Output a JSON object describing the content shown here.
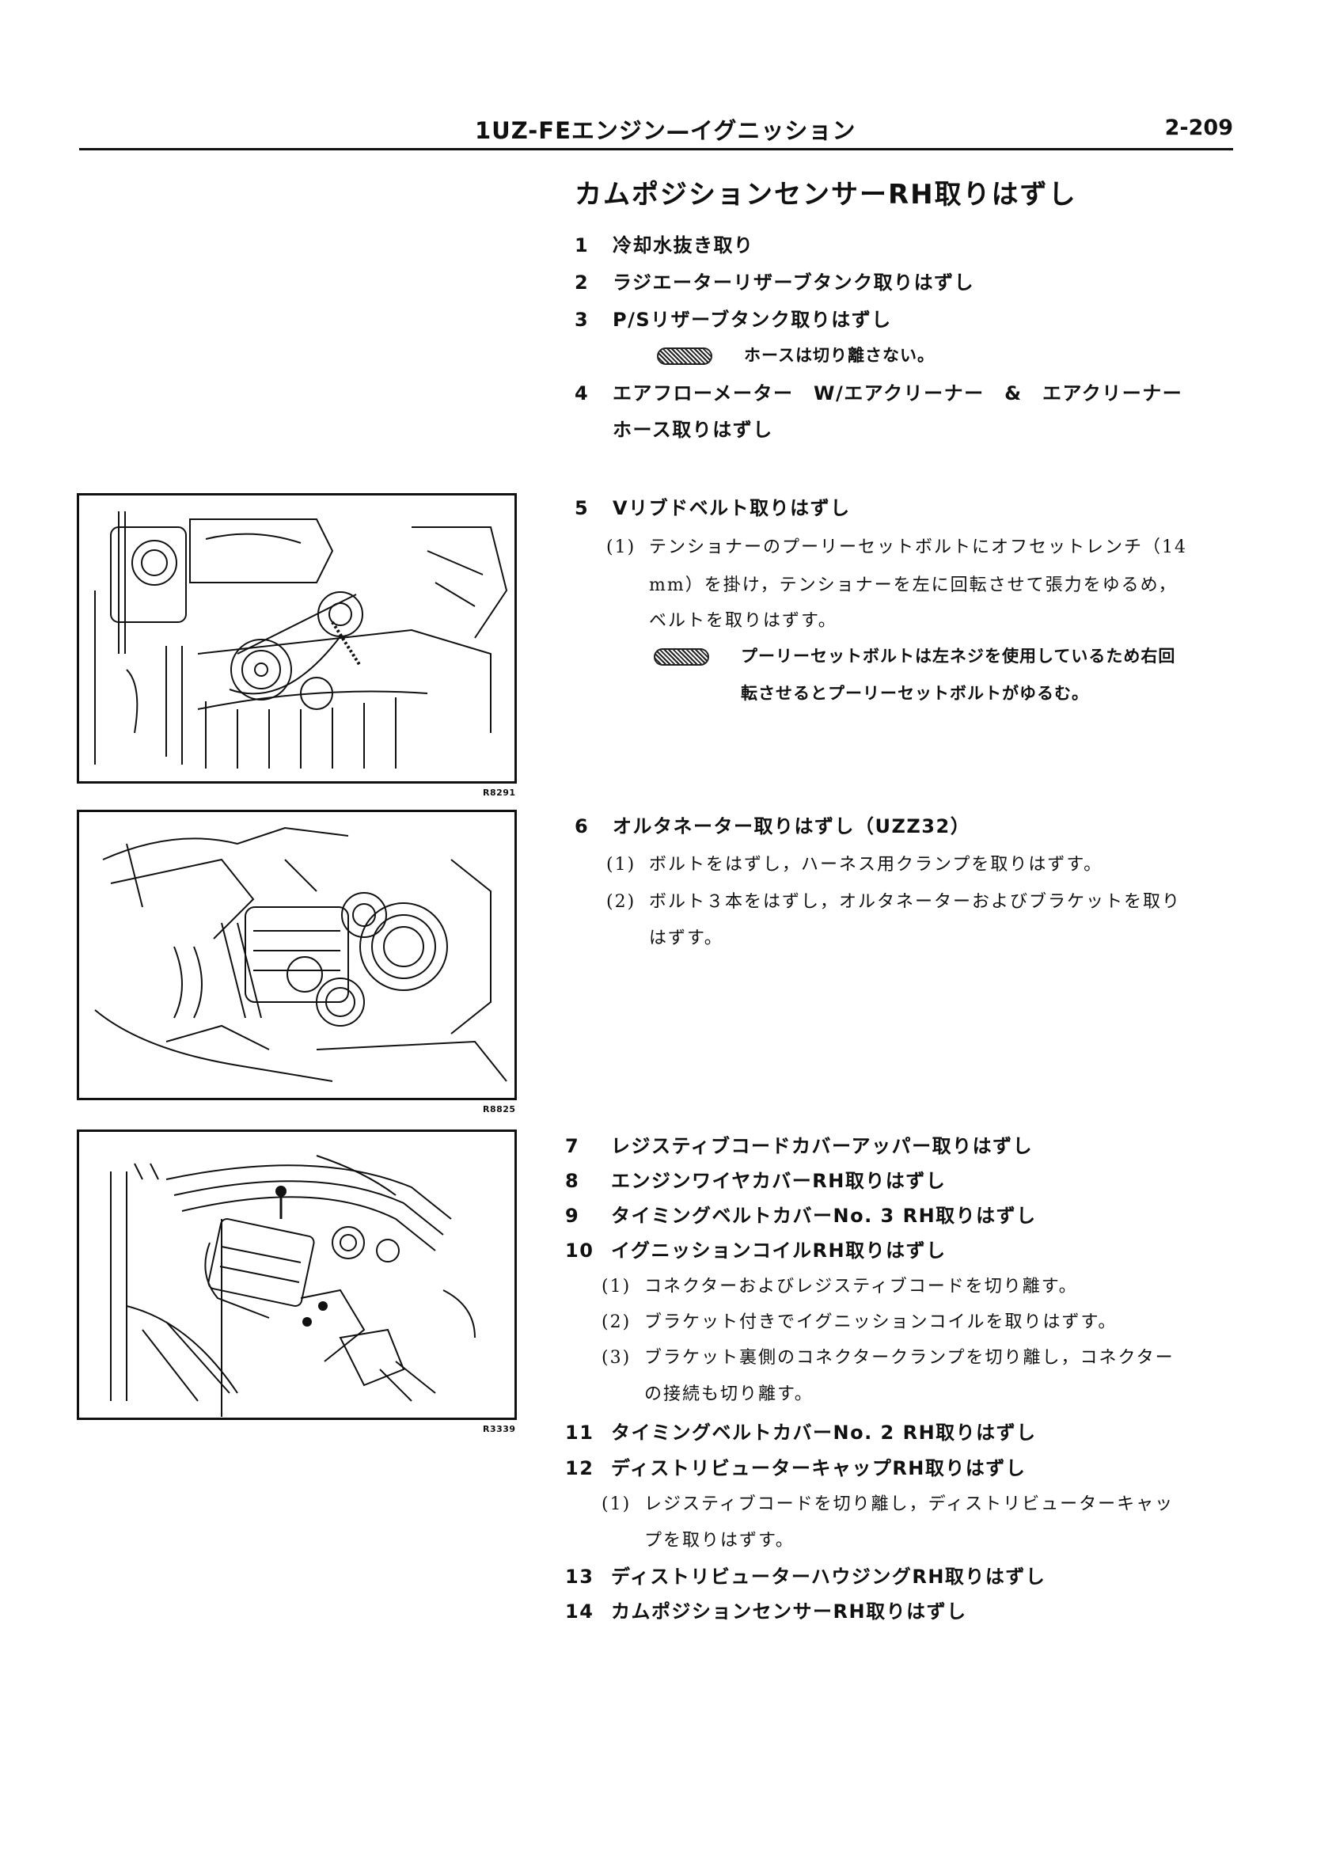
{
  "header": {
    "title": "1UZ-FEエンジン—イグニッション",
    "page_number": "2-209"
  },
  "section_title": "カムポジションセンサーRH取りはずし",
  "steps": [
    {
      "num": "1",
      "text": "冷却水抜き取り"
    },
    {
      "num": "2",
      "text": "ラジエーターリザーブタンク取りはずし"
    },
    {
      "num": "3",
      "text": "P/Sリザーブタンク取りはずし"
    },
    {
      "num": "4",
      "text": "エアフローメーター　W/エアクリーナー　&　エアクリーナー"
    },
    {
      "num": "5",
      "text": "Vリブドベルト取りはずし"
    },
    {
      "num": "6",
      "text": "オルタネーター取りはずし（UZZ32）"
    },
    {
      "num": "7",
      "text": "レジスティブコードカバーアッパー取りはずし"
    },
    {
      "num": "8",
      "text": "エンジンワイヤカバーRH取りはずし"
    },
    {
      "num": "9",
      "text": "タイミングベルトカバーNo. 3 RH取りはずし"
    },
    {
      "num": "10",
      "text": "イグニッションコイルRH取りはずし"
    },
    {
      "num": "11",
      "text": "タイミングベルトカバーNo. 2 RH取りはずし"
    },
    {
      "num": "12",
      "text": "ディストリビューターキャップRH取りはずし"
    },
    {
      "num": "13",
      "text": "ディストリビューターハウジングRH取りはずし"
    },
    {
      "num": "14",
      "text": "カムポジションセンサーRH取りはずし"
    }
  ],
  "step4_continuation": "ホース取りはずし",
  "notes": {
    "step3": "ホースは切り離さない。",
    "step5_line1": "プーリーセットボルトは左ネジを使用しているため右回",
    "step5_line2": "転させるとプーリーセットボルトがゆるむ。"
  },
  "substeps": {
    "s5_1": {
      "num": "(1)",
      "line1": "テンショナーのプーリーセットボルトにオフセットレンチ（14",
      "line2": "mm）を掛け，テンショナーを左に回転させて張力をゆるめ，",
      "line3": "ベルトを取りはずす。"
    },
    "s6_1": {
      "num": "(1)",
      "line1": "ボルトをはずし，ハーネス用クランプを取りはずす。"
    },
    "s6_2": {
      "num": "(2)",
      "line1": "ボルト３本をはずし，オルタネーターおよびブラケットを取り",
      "line2": "はずす。"
    },
    "s10_1": {
      "num": "(1)",
      "line1": "コネクターおよびレジスティブコードを切り離す。"
    },
    "s10_2": {
      "num": "(2)",
      "line1": "ブラケット付きでイグニッションコイルを取りはずす。"
    },
    "s10_3": {
      "num": "(3)",
      "line1": "ブラケット裏側のコネクタークランプを切り離し，コネクター",
      "line2": "の接続も切り離す。"
    },
    "s12_1": {
      "num": "(1)",
      "line1": "レジスティブコードを切り離し，ディストリビューターキャッ",
      "line2": "プを取りはずす。"
    }
  },
  "figures": [
    {
      "code": "R8291"
    },
    {
      "code": "R8825"
    },
    {
      "code": "R3339"
    }
  ]
}
